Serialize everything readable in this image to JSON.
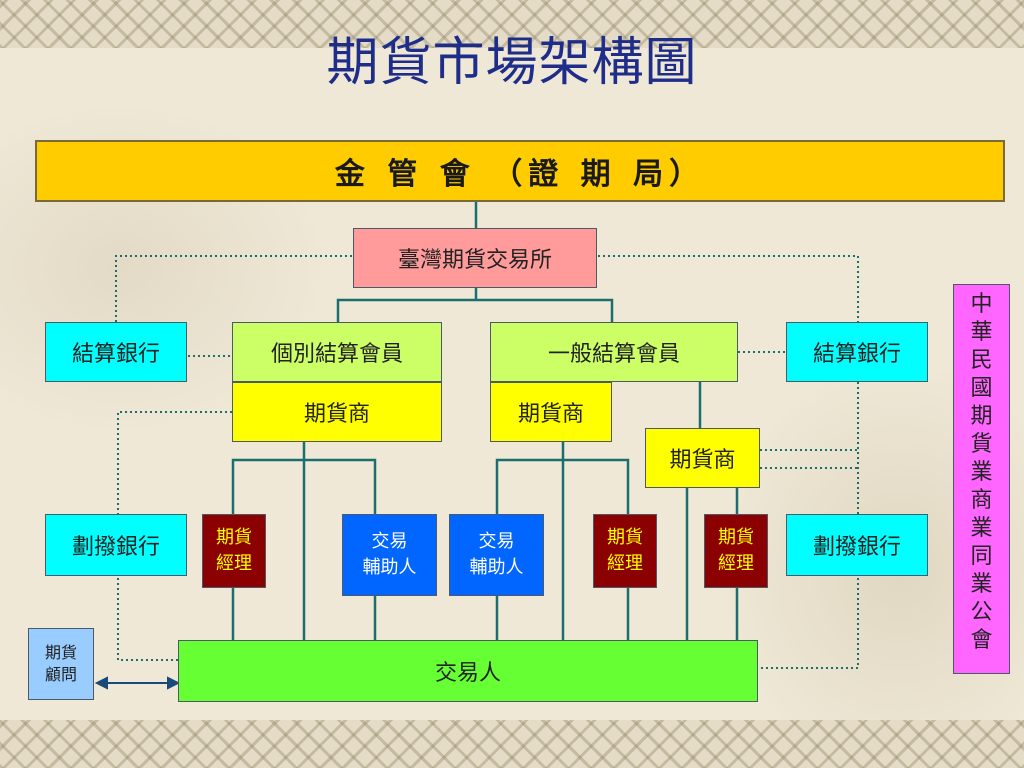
{
  "slide": {
    "title": "期貨市場架構圖"
  },
  "nodes": {
    "regulator": "金 管 會 （證 期 局）",
    "exchange": "臺灣期貨交易所",
    "clearing_bank_left": "結算銀行",
    "clearing_bank_right": "結算銀行",
    "individual_clearing_member": "個別結算會員",
    "general_clearing_member": "一般結算會員",
    "fcm_left": "期貨商",
    "fcm_middle": "期貨商",
    "fcm_right": "期貨商",
    "transfer_bank_left": "劃撥銀行",
    "transfer_bank_right": "劃撥銀行",
    "futures_manager_1": "期貨\n經理",
    "introducing_broker_1": "交易\n輔助人",
    "introducing_broker_2": "交易\n輔助人",
    "futures_manager_2": "期貨\n經理",
    "futures_manager_3": "期貨\n經理",
    "futures_advisor": "期貨\n顧問",
    "traders": "交易人",
    "association": "中\n華\n民\n國\n期\n貨\n業\n商\n業\n同\n業\n公\n會"
  },
  "colors": {
    "regulator": "#ffcc00",
    "exchange": "#ff9b9b",
    "bank": "#00ffff",
    "clearing_member": "#ccff66",
    "fcm": "#ffff00",
    "futures_manager": "#8b0000",
    "introducing_broker": "#0066ff",
    "traders": "#66ff33",
    "advisor": "#99ccff",
    "association": "#ff66ff",
    "connector": "#1a6e6e",
    "title": "#1f2d8a"
  }
}
